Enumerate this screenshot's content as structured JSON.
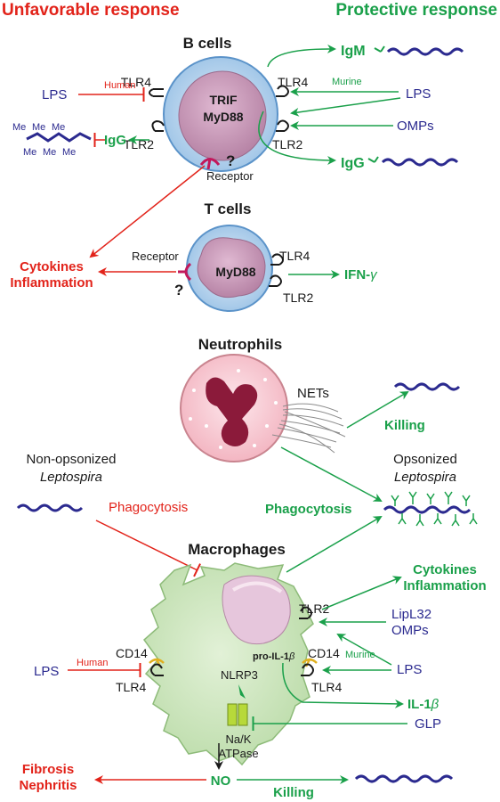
{
  "header": {
    "left": "Unfavorable response",
    "right": "Protective response"
  },
  "colors": {
    "unfavorable": "#e2231a",
    "protective": "#1aa04a",
    "molecule": "#2b2a8f",
    "text": "#1a1a1a"
  },
  "b_cells": {
    "title": "B cells",
    "nucleus_line1": "TRIF",
    "nucleus_line2": "MyD88",
    "tlr4_left": "TLR4",
    "tlr2_left": "TLR2",
    "tlr4_right": "TLR4",
    "tlr2_right": "TLR2",
    "receptor": "Receptor",
    "question": "?",
    "lps": "LPS",
    "human": "Human",
    "igg_left": "IgG",
    "me": "Me",
    "igm": "IgM",
    "murine": "Murine",
    "lps_right": "LPS",
    "omps": "OMPs",
    "igg_right": "IgG"
  },
  "t_cells": {
    "title": "T cells",
    "nucleus": "MyD88",
    "tlr4": "TLR4",
    "tlr2": "TLR2",
    "receptor": "Receptor",
    "question": "?",
    "cytokines_line1": "Cytokines",
    "cytokines_line2": "Inflammation",
    "ifn": "IFN-",
    "gamma": "γ"
  },
  "neutrophils": {
    "title": "Neutrophils",
    "nets": "NETs",
    "killing": "Killing",
    "non_opsonized_line1": "Non-opsonized",
    "non_opsonized_line2": "Leptospira",
    "opsonized_line1": "Opsonized",
    "opsonized_line2": "Leptospira",
    "phagocytosis_red": "Phagocytosis",
    "phagocytosis_green": "Phagocytosis"
  },
  "macrophages": {
    "title": "Macrophages",
    "cytokines_line1": "Cytokines",
    "cytokines_line2": "Inflammation",
    "tlr2": "TLR2",
    "lipl32": "LipL32",
    "omps": "OMPs",
    "pro_il": "pro-IL-1",
    "beta": "β",
    "cd14_right": "CD14",
    "tlr4_right": "TLR4",
    "murine": "Murine",
    "lps_right": "LPS",
    "cd14_left": "CD14",
    "tlr4_left": "TLR4",
    "lps_left": "LPS",
    "human": "Human",
    "nlrp3": "NLRP3",
    "il1": "IL-1",
    "glp": "GLP",
    "atpase_line1": "Na/K",
    "atpase_line2": "ATPase",
    "fibrosis": "Fibrosis",
    "nephritis": "Nephritis",
    "no": "NO",
    "killing": "Killing"
  }
}
